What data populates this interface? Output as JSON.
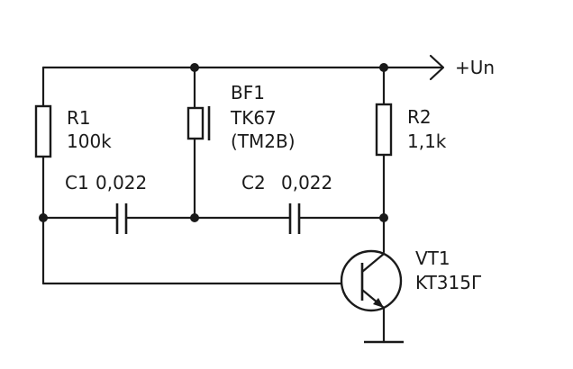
{
  "components": {
    "r1": {
      "ref": "R1",
      "value": "100k"
    },
    "bf1": {
      "ref": "BF1",
      "model": "TK67",
      "alt": "(TM2B)"
    },
    "r2": {
      "ref": "R2",
      "value": "1,1k"
    },
    "c1": {
      "ref": "C1",
      "value": "0,022"
    },
    "c2": {
      "ref": "C2",
      "value": "0,022"
    },
    "vt1": {
      "ref": "VT1",
      "model": "KT315Г"
    }
  },
  "supply": {
    "label": "+Un"
  }
}
